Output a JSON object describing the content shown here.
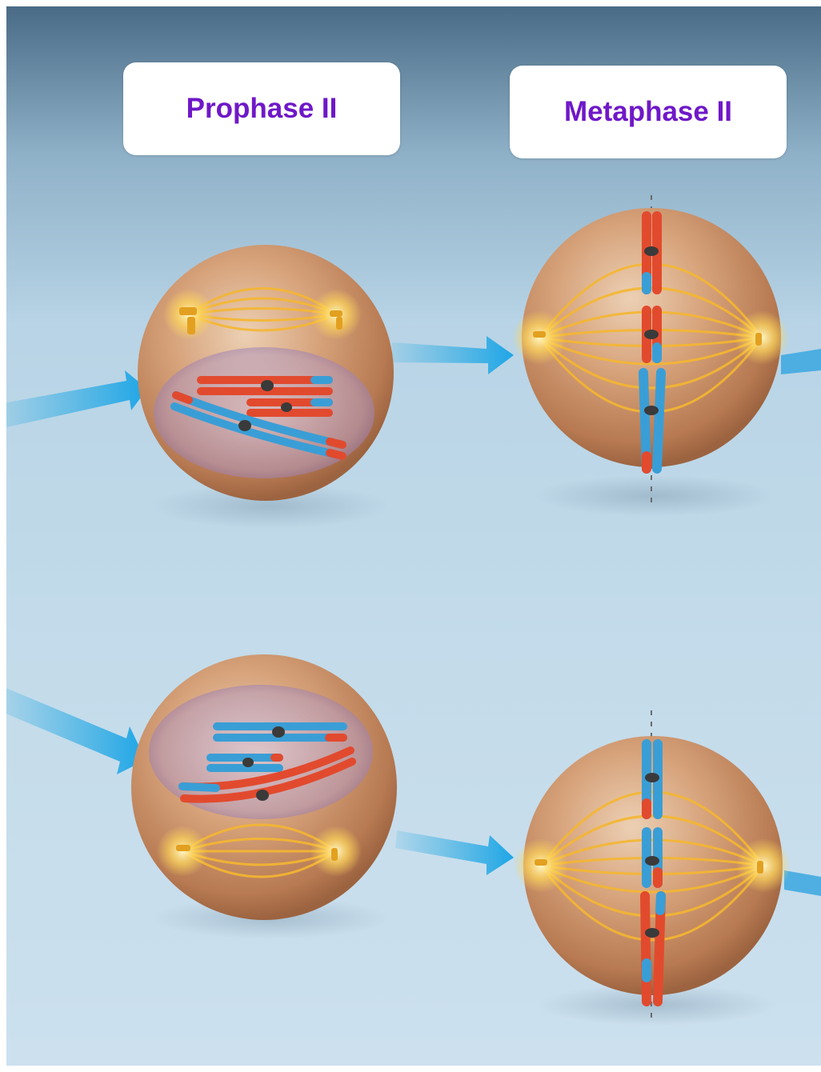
{
  "labels": {
    "prophase": "Prophase II",
    "metaphase": "Metaphase II"
  },
  "colors": {
    "maternal_chromosome": "#e24a2e",
    "paternal_chromosome": "#3a9ed6",
    "cell_body": "#d6a27a",
    "spindle_fiber": "#f5b730",
    "arrow": "#29abe2",
    "nuclear_envelope": "#9b7fb4"
  },
  "icons": [
    "centrosome-icon",
    "flow-arrow-icon",
    "metaphase-plate-line"
  ]
}
